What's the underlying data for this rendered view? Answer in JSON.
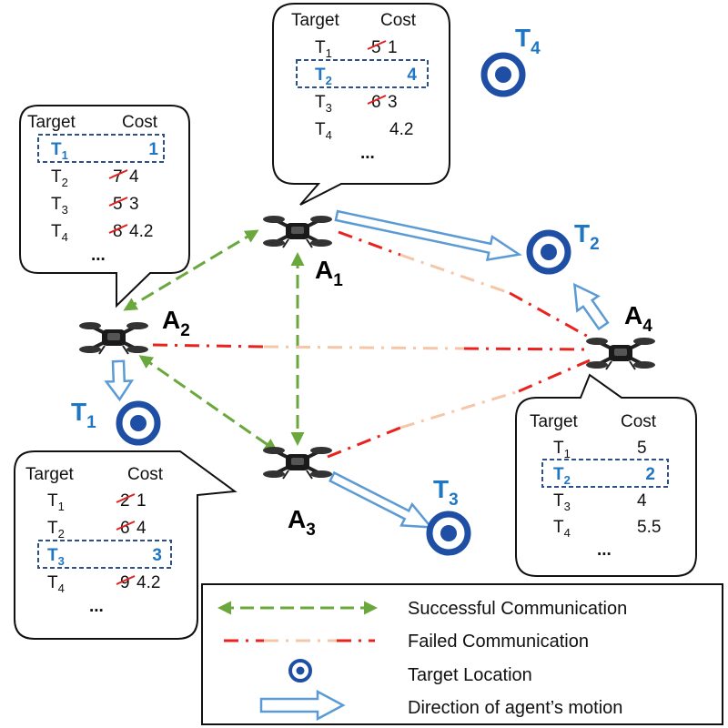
{
  "colors": {
    "success": "#6aa83d",
    "failed": "#e8231d",
    "failed_faded": "#f5c6a8",
    "target": "#1f4fa5",
    "arrow": "#5b9bd5",
    "highlight_text": "#1f77c4",
    "box_border": "#2d4f8c",
    "strike": "#e02020"
  },
  "agents": {
    "a1": {
      "name": "A",
      "sub": "1"
    },
    "a2": {
      "name": "A",
      "sub": "2"
    },
    "a3": {
      "name": "A",
      "sub": "3"
    },
    "a4": {
      "name": "A",
      "sub": "4"
    }
  },
  "targets": {
    "t1": {
      "name": "T",
      "sub": "1"
    },
    "t2": {
      "name": "T",
      "sub": "2"
    },
    "t3": {
      "name": "T",
      "sub": "3"
    },
    "t4": {
      "name": "T",
      "sub": "4"
    }
  },
  "tables": {
    "header_target": "Target",
    "header_cost": "Cost",
    "ellipsis": "...",
    "a1": {
      "rows": [
        {
          "t": "T",
          "sub": "1",
          "old": "5",
          "cost": "1",
          "hl": false
        },
        {
          "t": "T",
          "sub": "2",
          "old": "",
          "cost": "4",
          "hl": true
        },
        {
          "t": "T",
          "sub": "3",
          "old": "6",
          "cost": "3",
          "hl": false
        },
        {
          "t": "T",
          "sub": "4",
          "old": "",
          "cost": "4.2",
          "hl": false
        }
      ]
    },
    "a2": {
      "rows": [
        {
          "t": "T",
          "sub": "1",
          "old": "",
          "cost": "1",
          "hl": true
        },
        {
          "t": "T",
          "sub": "2",
          "old": "7",
          "cost": "4",
          "hl": false
        },
        {
          "t": "T",
          "sub": "3",
          "old": "5",
          "cost": "3",
          "hl": false
        },
        {
          "t": "T",
          "sub": "4",
          "old": "8",
          "cost": "4.2",
          "hl": false
        }
      ]
    },
    "a3": {
      "rows": [
        {
          "t": "T",
          "sub": "1",
          "old": "2",
          "cost": "1",
          "hl": false
        },
        {
          "t": "T",
          "sub": "2",
          "old": "6",
          "cost": "4",
          "hl": false
        },
        {
          "t": "T",
          "sub": "3",
          "old": "",
          "cost": "3",
          "hl": true
        },
        {
          "t": "T",
          "sub": "4",
          "old": "9",
          "cost": "4.2",
          "hl": false
        }
      ]
    },
    "a4": {
      "rows": [
        {
          "t": "T",
          "sub": "1",
          "old": "",
          "cost": "5",
          "hl": false
        },
        {
          "t": "T",
          "sub": "2",
          "old": "",
          "cost": "2",
          "hl": true
        },
        {
          "t": "T",
          "sub": "3",
          "old": "",
          "cost": "4",
          "hl": false
        },
        {
          "t": "T",
          "sub": "4",
          "old": "",
          "cost": "5.5",
          "hl": false
        }
      ]
    }
  },
  "legend": {
    "success": "Successful Communication",
    "failed": "Failed Communication",
    "target": "Target Location",
    "motion": "Direction of agent’s motion"
  }
}
